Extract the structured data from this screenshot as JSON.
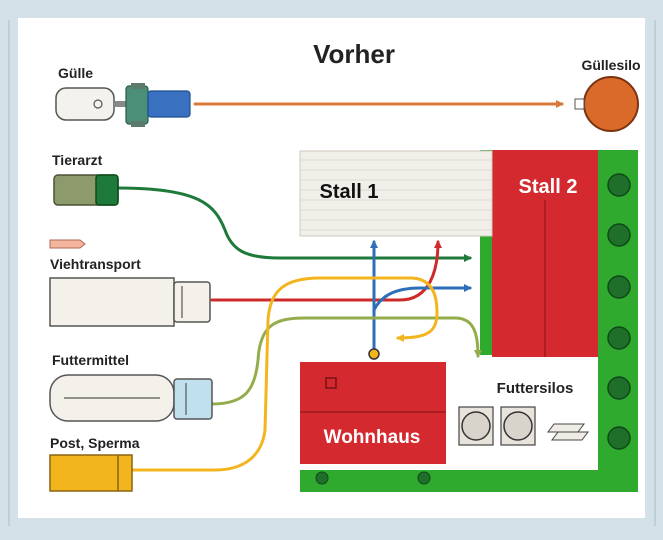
{
  "title": "Vorher",
  "labels": {
    "guelle": "Gülle",
    "guellesilo": "Güllesilo",
    "tierarzt": "Tierarzt",
    "viehtransport": "Viehtransport",
    "futtermittel": "Futtermittel",
    "post_sperma": "Post, Sperma",
    "stall1": "Stall 1",
    "stall2": "Stall 2",
    "wohnhaus": "Wohnhaus",
    "futtersilos": "Futtersilos"
  },
  "colors": {
    "background_frame": "#d4e1e8",
    "panel": "#ffffff",
    "yard_green": "#2fa92e",
    "stall2_red": "#d42a2f",
    "wohnhaus_red": "#d42a2f",
    "stall1_fill": "#f1efe9",
    "silo_orange": "#d96a2a",
    "route_orange": "#d9793a",
    "route_dark_green": "#1e7a3a",
    "route_blue": "#2d6fb8",
    "route_red": "#cf2a2a",
    "route_yellow": "#f2b51e",
    "route_olive": "#93ad4d"
  }
}
